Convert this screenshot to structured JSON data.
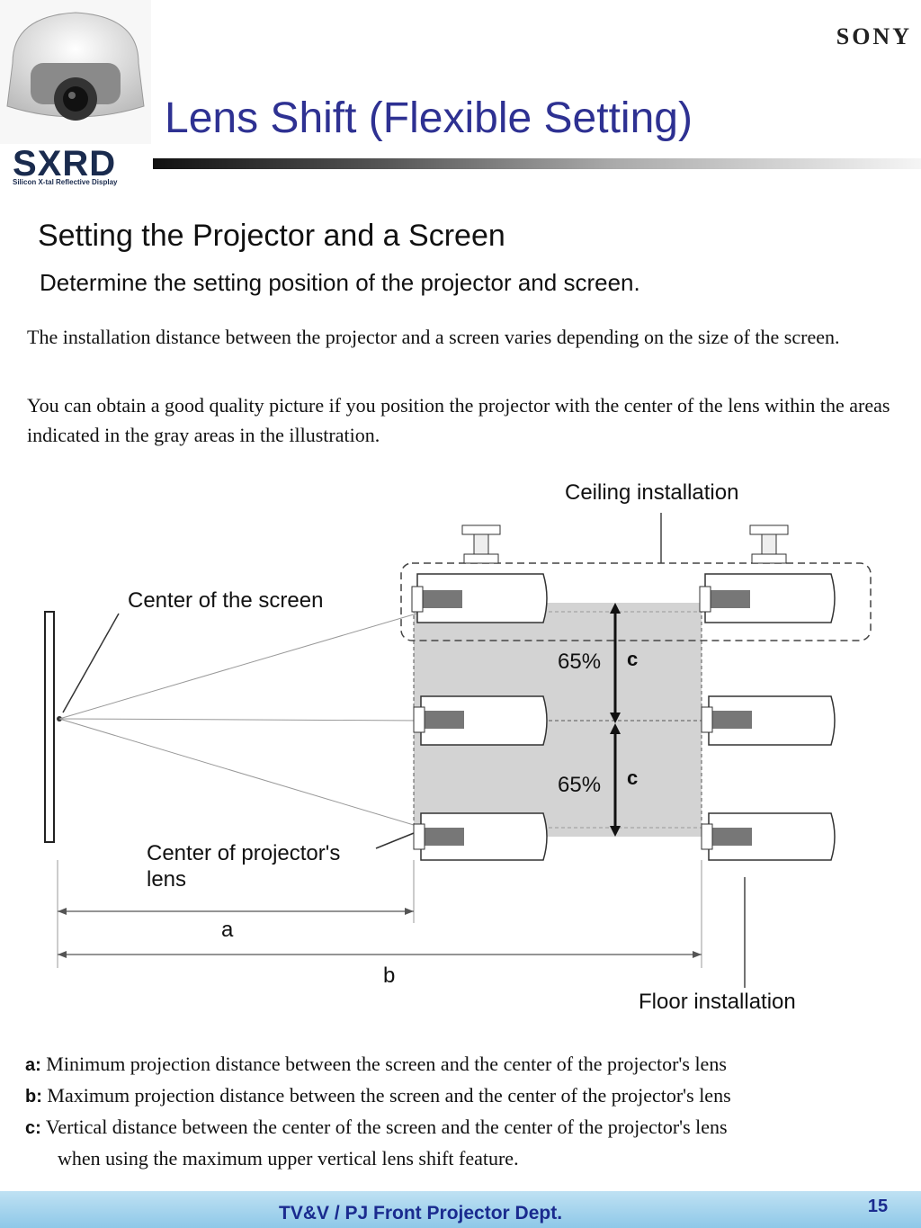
{
  "header": {
    "brand": "SONY",
    "sxrd_logo": "SXRD",
    "sxrd_subtitle": "Silicon X-tal Reflective Display",
    "title": "Lens Shift (Flexible Setting)"
  },
  "section": {
    "heading": "Setting the Projector and a Screen",
    "description": "Determine the setting position of the projector and screen."
  },
  "paragraphs": {
    "p1": "The installation distance between the projector and a screen varies depending on the size of the screen.",
    "p2": "You can obtain a good quality picture if you position the projector with the center of the lens within the areas indicated in the gray areas in the illustration."
  },
  "diagram": {
    "ceiling_label": "Ceiling installation",
    "screen_center_label": "Center of the screen",
    "lens_center_label_line1": "Center of projector's",
    "lens_center_label_line2": "lens",
    "floor_label": "Floor installation",
    "dim_a": "a",
    "dim_b": "b",
    "dim_c": "c",
    "shift_upper_pct": "65%",
    "shift_lower_pct": "65%",
    "colors": {
      "gray_area": "#d3d3d3",
      "line": "#333333"
    }
  },
  "definitions": [
    {
      "key": "a:",
      "text": " Minimum projection distance between the screen and the center of the projector's lens"
    },
    {
      "key": "b:",
      "text": " Maximum projection distance between the screen and the center of the projector's lens"
    },
    {
      "key": "c:",
      "text": " Vertical distance between the center of the screen and the center of the projector's lens",
      "cont": "when using the maximum upper vertical lens shift feature."
    }
  ],
  "footer": {
    "dept": "TV&V / PJ  Front Projector Dept.",
    "page": "15"
  }
}
